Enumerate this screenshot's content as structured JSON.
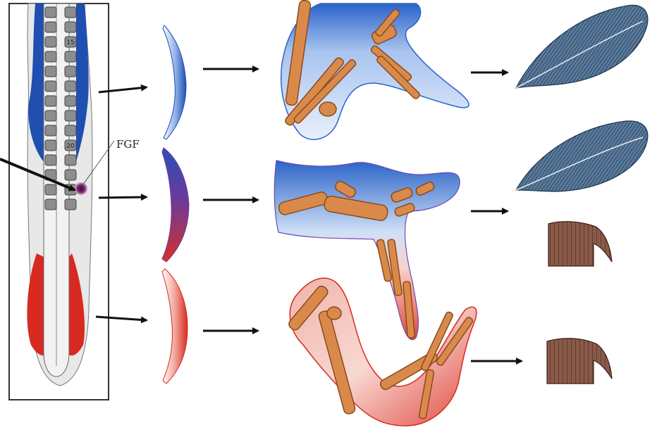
{
  "labels": {
    "fgf": "FGF",
    "somite_15": "15",
    "somite_20": "20"
  },
  "colors": {
    "blue": "#1f4fb0",
    "red": "#d82a20",
    "purple": "#5a1a55",
    "bone": "#d98a4a",
    "bone_stroke": "#8a4a1c",
    "feather": "#4c6b8c",
    "scale": "#7b4a3a",
    "arrow": "#111111"
  },
  "icons": {
    "embryo": "embryo-diagram",
    "ectoderm": "ectoderm-strip-icon",
    "limb": "limb-skeleton-icon",
    "feather": "feather-icon",
    "scale": "scaled-claw-icon"
  }
}
